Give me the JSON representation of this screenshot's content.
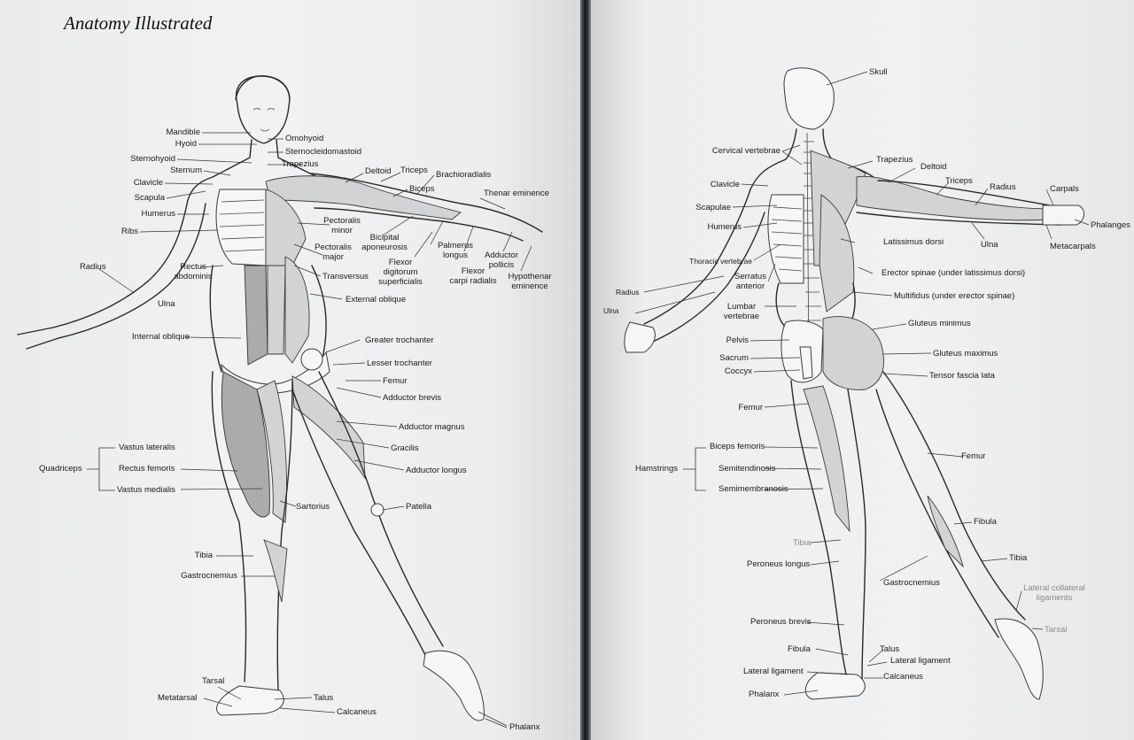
{
  "book_title": "Anatomy Illustrated",
  "front": {
    "labels": [
      "Mandible",
      "Hyoid",
      "Omohyoid",
      "Sternocleidomastoid",
      "Sternohyoid",
      "Trapezius",
      "Sternum",
      "Deltoid",
      "Triceps",
      "Brachioradialis",
      "Clavicle",
      "Biceps",
      "Thenar eminence",
      "Scapula",
      "Humerus",
      "Pectoralis",
      "minor",
      "Ribs",
      "Bicipital",
      "aponeurosis",
      "Pectoralis",
      "major",
      "Palmerus",
      "longus",
      "Adductor",
      "pollicis",
      "Flexor",
      "digitorum",
      "superficialis",
      "Flexor",
      "carpi radialis",
      "Hypothenar",
      "eminence",
      "Radius",
      "Rectus",
      "abdominis",
      "Transversus",
      "External oblique",
      "Ulna",
      "Internal oblique",
      "Greater trochanter",
      "Lesser trochanter",
      "Femur",
      "Adductor brevis",
      "Adductor magnus",
      "Vastus lateralis",
      "Gracilis",
      "Quadriceps",
      "Rectus femoris",
      "Adductor longus",
      "Vastus medialis",
      "Sartorius",
      "Patella",
      "Tibia",
      "Gastrocnemius",
      "Tarsal",
      "Metatarsal",
      "Talus",
      "Calcaneus",
      "Phalanx"
    ]
  },
  "back": {
    "labels": [
      "Skull",
      "Cervical vertebrae",
      "Trapezius",
      "Deltoid",
      "Clavicle",
      "Triceps",
      "Radius",
      "Carpals",
      "Scapulae",
      "Humerus",
      "Phalanges",
      "Latissimus dorsi",
      "Ulna",
      "Metacarpals",
      "Thoracic vertebrae",
      "Serratus",
      "anterior",
      "Erector spinae (under latissimus dorsi)",
      "Radius",
      "Multifidus (under erector spinae)",
      "Ulna",
      "Lumbar",
      "vertebrae",
      "Gluteus minimus",
      "Pelvis",
      "Sacrum",
      "Gluteus maximus",
      "Coccyx",
      "Tensor fascia lata",
      "Femur",
      "Biceps femoris",
      "Femur",
      "Hamstrings",
      "Semitendinosis",
      "Semimembranosis",
      "Fibula",
      "Tibia",
      "Tibia",
      "Peroneus longus",
      "Gastrocnemius",
      "Lateral collateral",
      "ligaments",
      "Peroneus brevis",
      "Tarsal",
      "Fibula",
      "Talus",
      "Lateral ligament",
      "Lateral ligament",
      "Calcaneus",
      "Phalanx"
    ]
  }
}
